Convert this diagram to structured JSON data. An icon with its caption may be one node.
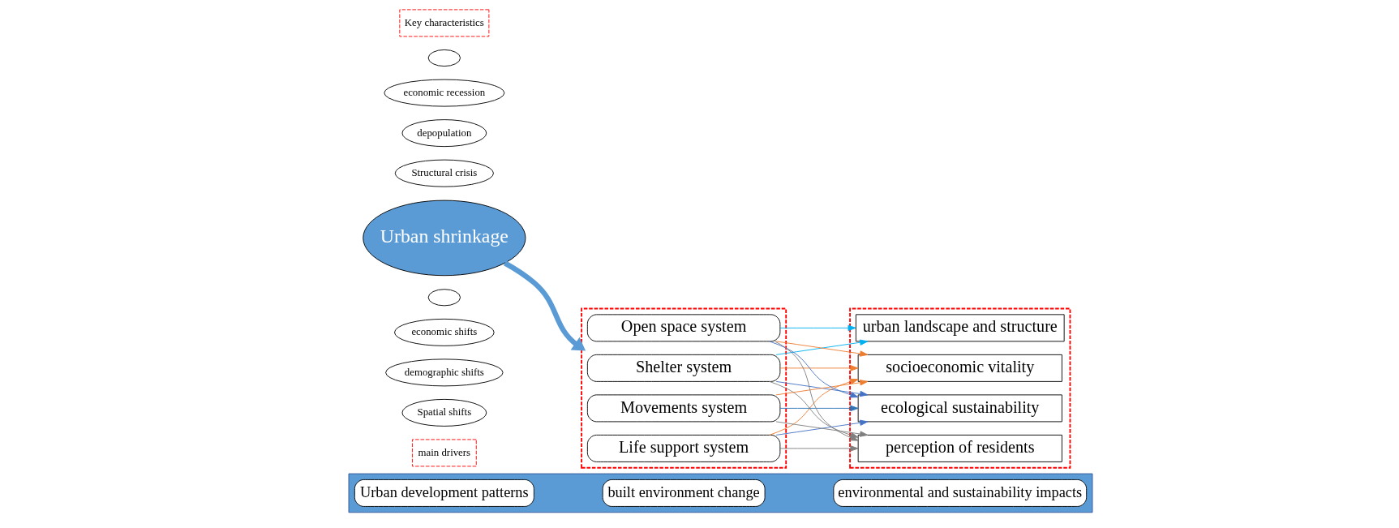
{
  "diagram": {
    "nodes": [
      {
        "text": [],
        "shape": "bar"
      },
      {
        "text": [
          "Urban development patterns"
        ],
        "in": 0
      },
      {
        "text": [
          "built environment change"
        ],
        "in": 0
      },
      {
        "text": [
          "environmental and sustainability impacts"
        ],
        "in": 0
      },
      {
        "text": [
          "Key characteristics"
        ]
      },
      {
        "text": [],
        "shape": "ellipse"
      },
      {
        "text": [
          "economic recession"
        ]
      },
      {
        "text": [
          "depopulation"
        ]
      },
      {
        "text": [
          "Structural crisis"
        ]
      },
      {
        "text": [
          "Urban shrinkage"
        ]
      },
      {
        "text": [],
        "shape": "ellipse"
      },
      {
        "text": [
          "economic shifts"
        ]
      },
      {
        "text": [
          "demographic shifts"
        ]
      },
      {
        "text": [
          "Spatial shifts"
        ]
      },
      {
        "text": [
          "main drivers"
        ]
      },
      {
        "text": [],
        "shape": "box"
      },
      {
        "text": [
          "Shelter system"
        ],
        "in": 15
      },
      {
        "text": [
          "Life support system"
        ],
        "in": 15
      },
      {
        "text": [
          "Movements system"
        ],
        "in": 15
      },
      {
        "text": [
          "Open space system"
        ],
        "in": 15
      },
      {
        "text": [],
        "shape": "box"
      },
      {
        "text": [
          "urban landscape and structure"
        ],
        "in": 20
      },
      {
        "text": [
          "ecological sustainability"
        ],
        "in": 20
      },
      {
        "text": [
          "socioeconomic vitality"
        ],
        "in": 20
      },
      {
        "text": [
          "perception of residents"
        ],
        "in": 20
      }
    ],
    "edges": [
      {
        "from": 9,
        "to": 15,
        "arrow": "to",
        "style": "thick",
        "color": "#5b9bd5"
      },
      {
        "from": 16,
        "to": 21,
        "arrow": "to",
        "color": "#00b0f0"
      },
      {
        "from": 19,
        "to": 21,
        "arrow": "to",
        "color": "#00b0f0"
      },
      {
        "from": 16,
        "to": 22,
        "arrow": "to",
        "color": "#4472c4"
      },
      {
        "from": 17,
        "to": 22,
        "arrow": "to",
        "color": "#4472c4"
      },
      {
        "from": 18,
        "to": 22,
        "arrow": "to",
        "color": "#2e75b6"
      },
      {
        "from": 19,
        "to": 22,
        "arrow": "to",
        "color": "#4472c4"
      },
      {
        "from": 16,
        "to": 23,
        "arrow": "to",
        "color": "#ed7d31"
      },
      {
        "from": 17,
        "to": 23,
        "arrow": "to",
        "color": "#ed7d31"
      },
      {
        "from": 18,
        "to": 23,
        "arrow": "to",
        "color": "#ed7d31"
      },
      {
        "from": 19,
        "to": 23,
        "arrow": "to",
        "color": "#ed7d31"
      },
      {
        "from": 16,
        "to": 24,
        "arrow": "to",
        "color": "#7f7f7f"
      },
      {
        "from": 17,
        "to": 24,
        "arrow": "to",
        "color": "#7f7f7f"
      },
      {
        "from": 18,
        "to": 24,
        "arrow": "to",
        "color": "#7f7f7f"
      },
      {
        "from": 19,
        "to": 24,
        "arrow": "to",
        "color": "#7f7f7f"
      }
    ]
  }
}
